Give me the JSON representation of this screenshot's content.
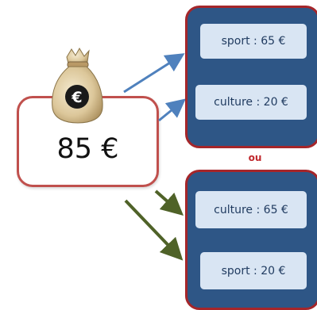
{
  "total": {
    "amount": "85 €",
    "bag_symbol": "€",
    "bag_icon": "money-bag-icon"
  },
  "option_1": {
    "color": "#4f81bd",
    "items": [
      {
        "label": "sport : 65 €"
      },
      {
        "label": "culture : 20 €"
      }
    ]
  },
  "separator": {
    "label": "ou"
  },
  "option_2": {
    "color": "#4f6228",
    "items": [
      {
        "label": "culture : 65 €"
      },
      {
        "label": "sport : 20 €"
      }
    ]
  },
  "colors": {
    "panel_fill": "#2e5686",
    "panel_border": "#a5262a",
    "chip_fill": "#d9e5f3",
    "total_border": "#c0504d"
  }
}
